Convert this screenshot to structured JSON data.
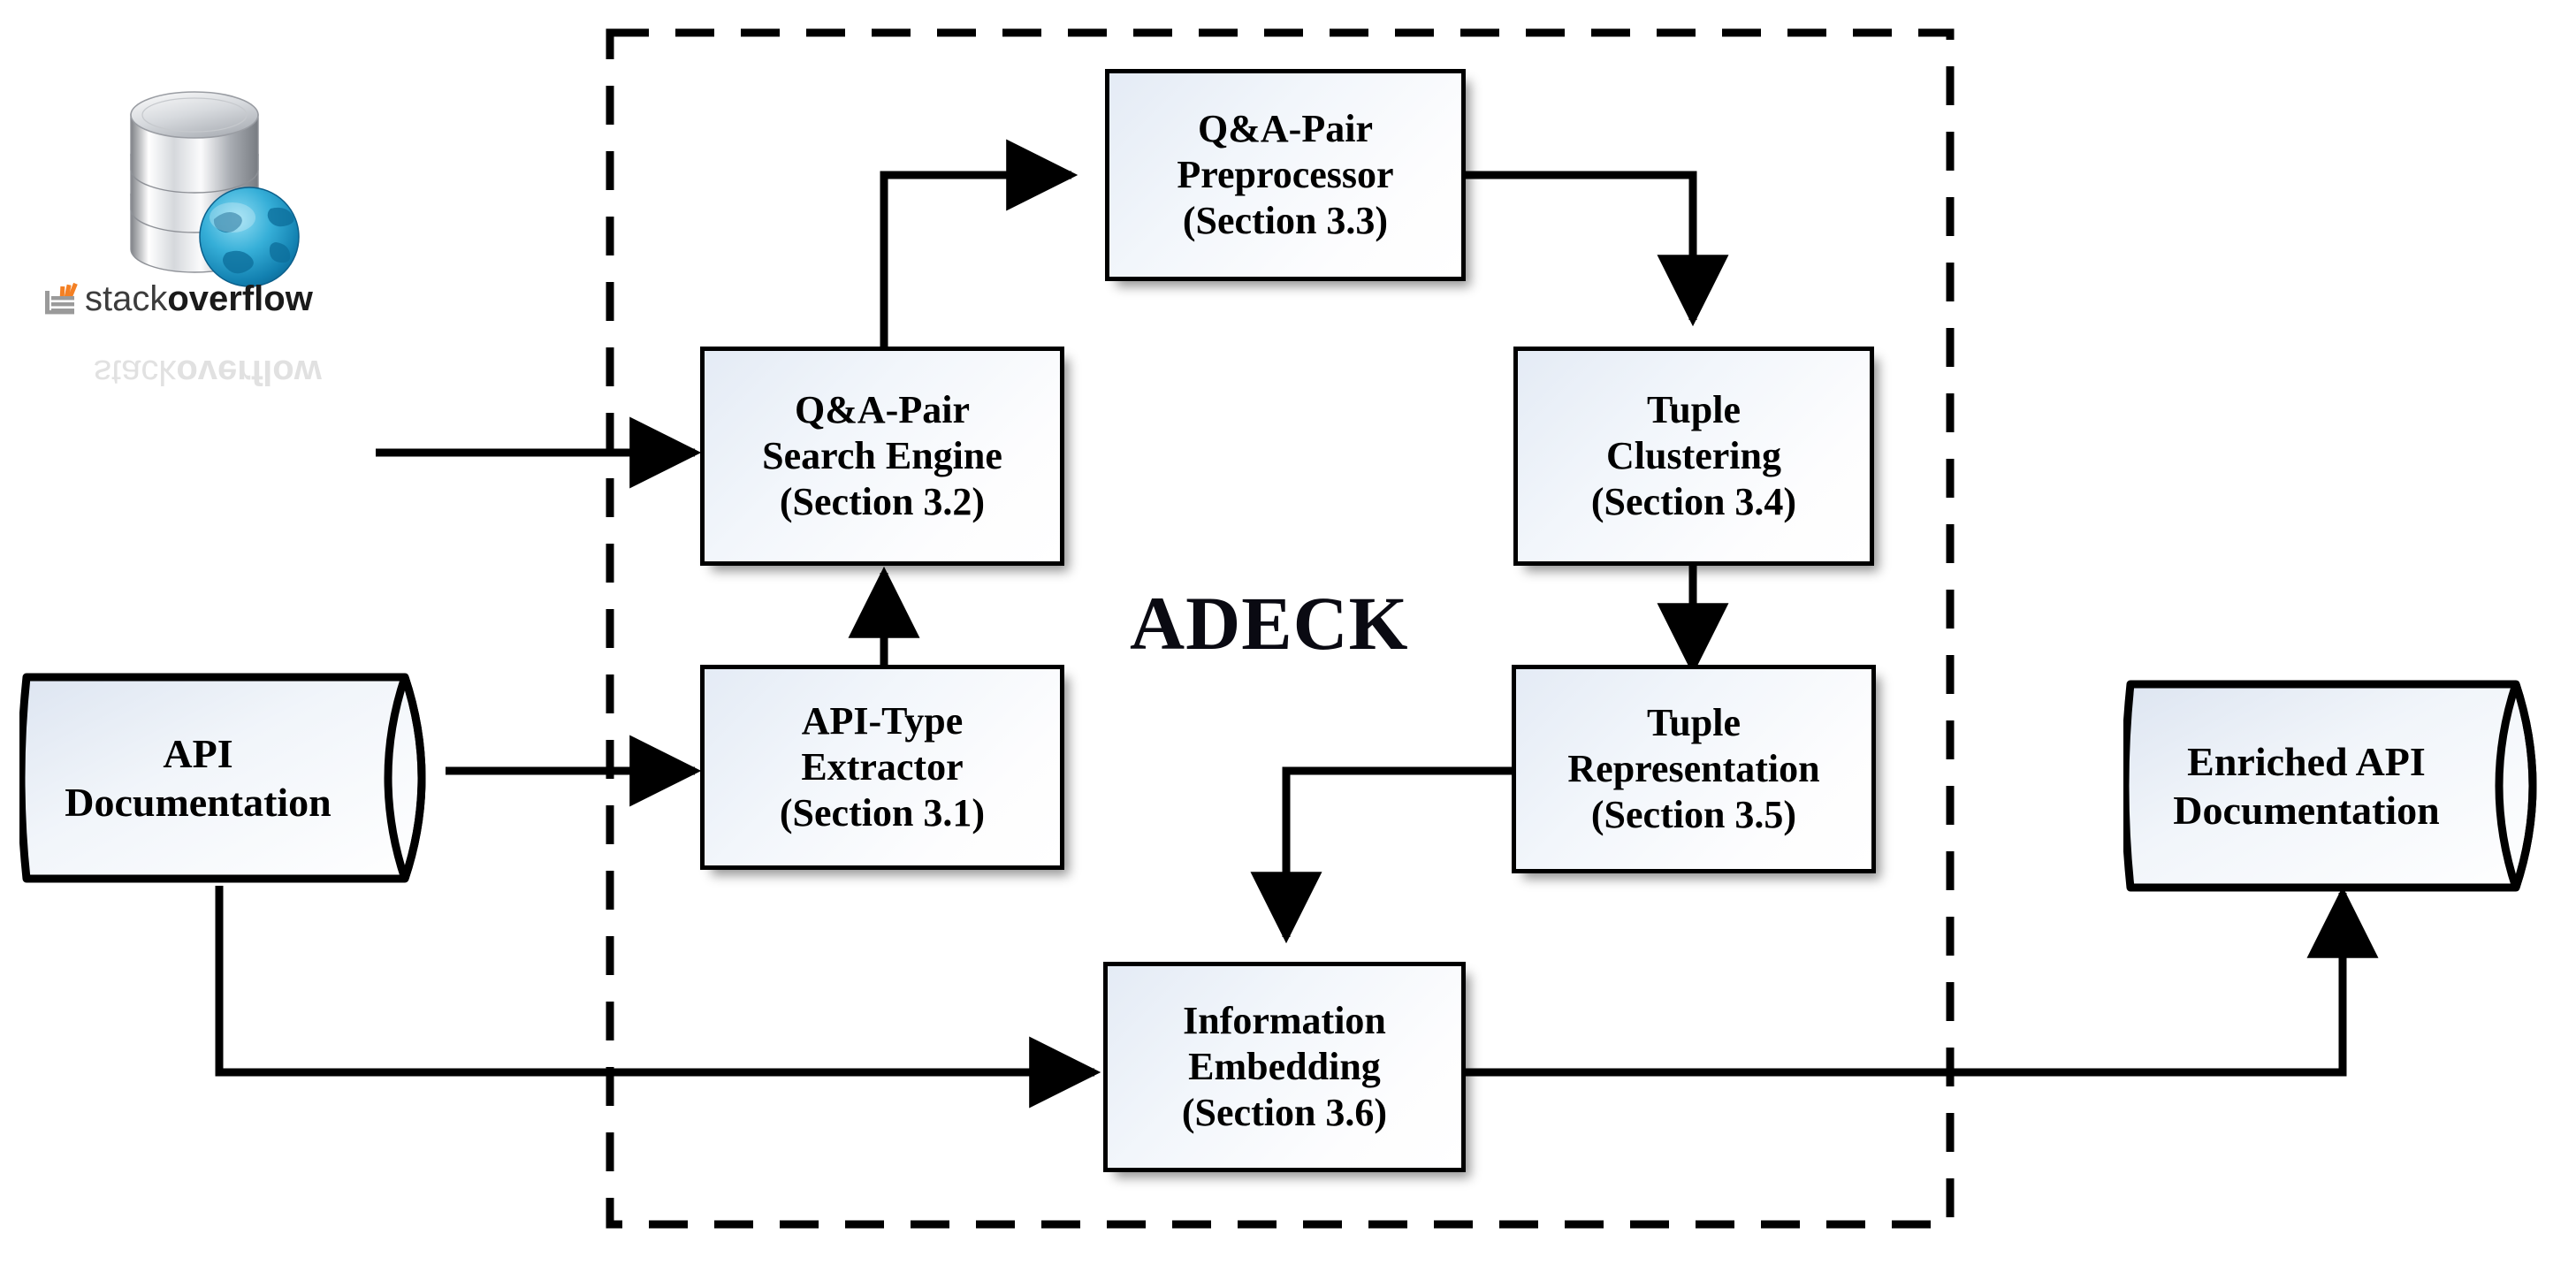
{
  "diagram": {
    "title": "ADECK",
    "boundary": {
      "name": "ADECK system boundary",
      "style": "dashed"
    },
    "sources": [
      {
        "id": "stackoverflow",
        "label": "stackoverflow",
        "label_bold_part": "overflow",
        "label_light_part": "stack",
        "icon": "database-globe-icon"
      },
      {
        "id": "api-doc",
        "line1": "API",
        "line2": "Documentation"
      }
    ],
    "sinks": [
      {
        "id": "enriched-api-doc",
        "line1": "Enriched API",
        "line2": "Documentation"
      }
    ],
    "nodes": [
      {
        "id": "qa-search",
        "line1": "Q&A-Pair",
        "line2": "Search Engine",
        "line3": "(Section 3.2)"
      },
      {
        "id": "qa-preproc",
        "line1": "Q&A-Pair",
        "line2": "Preprocessor",
        "line3": "(Section 3.3)"
      },
      {
        "id": "tuple-clust",
        "line1": "Tuple",
        "line2": "Clustering",
        "line3": "(Section 3.4)"
      },
      {
        "id": "tuple-repr",
        "line1": "Tuple",
        "line2": "Representation",
        "line3": "(Section 3.5)"
      },
      {
        "id": "api-type",
        "line1": "API-Type",
        "line2": "Extractor",
        "line3": "(Section 3.1)"
      },
      {
        "id": "info-embed",
        "line1": "Information",
        "line2": "Embedding",
        "line3": "(Section 3.6)"
      }
    ],
    "edges": [
      {
        "from": "stackoverflow",
        "to": "qa-search",
        "arrow": true
      },
      {
        "from": "api-doc",
        "to": "api-type",
        "arrow": true
      },
      {
        "from": "api-type",
        "to": "qa-search",
        "arrow": true
      },
      {
        "from": "qa-search",
        "to": "qa-preproc",
        "arrow": true
      },
      {
        "from": "qa-preproc",
        "to": "tuple-clust",
        "arrow": true
      },
      {
        "from": "tuple-clust",
        "to": "tuple-repr",
        "arrow": true
      },
      {
        "from": "tuple-repr",
        "to": "info-embed",
        "arrow": true
      },
      {
        "from": "api-doc",
        "to": "info-embed",
        "arrow": true
      },
      {
        "from": "info-embed",
        "to": "enriched-api-doc",
        "arrow": true
      }
    ],
    "colors": {
      "stroke": "#000000",
      "box_fill_light": "#ffffff",
      "box_fill_tint": "#e4ebf5",
      "globe_blue": "#1a8fc1",
      "so_orange": "#f48024"
    }
  }
}
